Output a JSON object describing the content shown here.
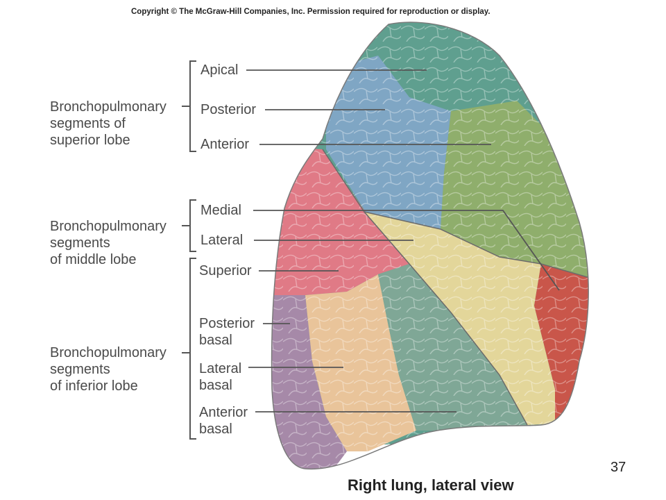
{
  "copyright": "Copyright © The McGraw-Hill Companies, Inc. Permission required for reproduction or display.",
  "groups": {
    "superior": "Bronchopulmonary\nsegments of\nsuperior lobe",
    "middle": "Bronchopulmonary\nsegments\nof middle lobe",
    "inferior": "Bronchopulmonary\nsegments\nof inferior lobe"
  },
  "segments": {
    "apical": "Apical",
    "posterior": "Posterior",
    "anterior": "Anterior",
    "medial": "Medial",
    "lateral": "Lateral",
    "superior": "Superior",
    "posterior_basal": "Posterior\nbasal",
    "lateral_basal": "Lateral\nbasal",
    "anterior_basal": "Anterior\nbasal"
  },
  "caption": "Right lung, lateral view",
  "page_number": "37",
  "colors": {
    "apical": "#5f9f8f",
    "posterior": "#7fa6c4",
    "anterior": "#8fae6c",
    "superior_red": "#e07a86",
    "medial_red": "#c9564a",
    "lateral_yellow": "#e3d69a",
    "posterior_basal": "#a689a8",
    "lateral_basal": "#e9c49a",
    "anterior_basal": "#7fa796"
  }
}
